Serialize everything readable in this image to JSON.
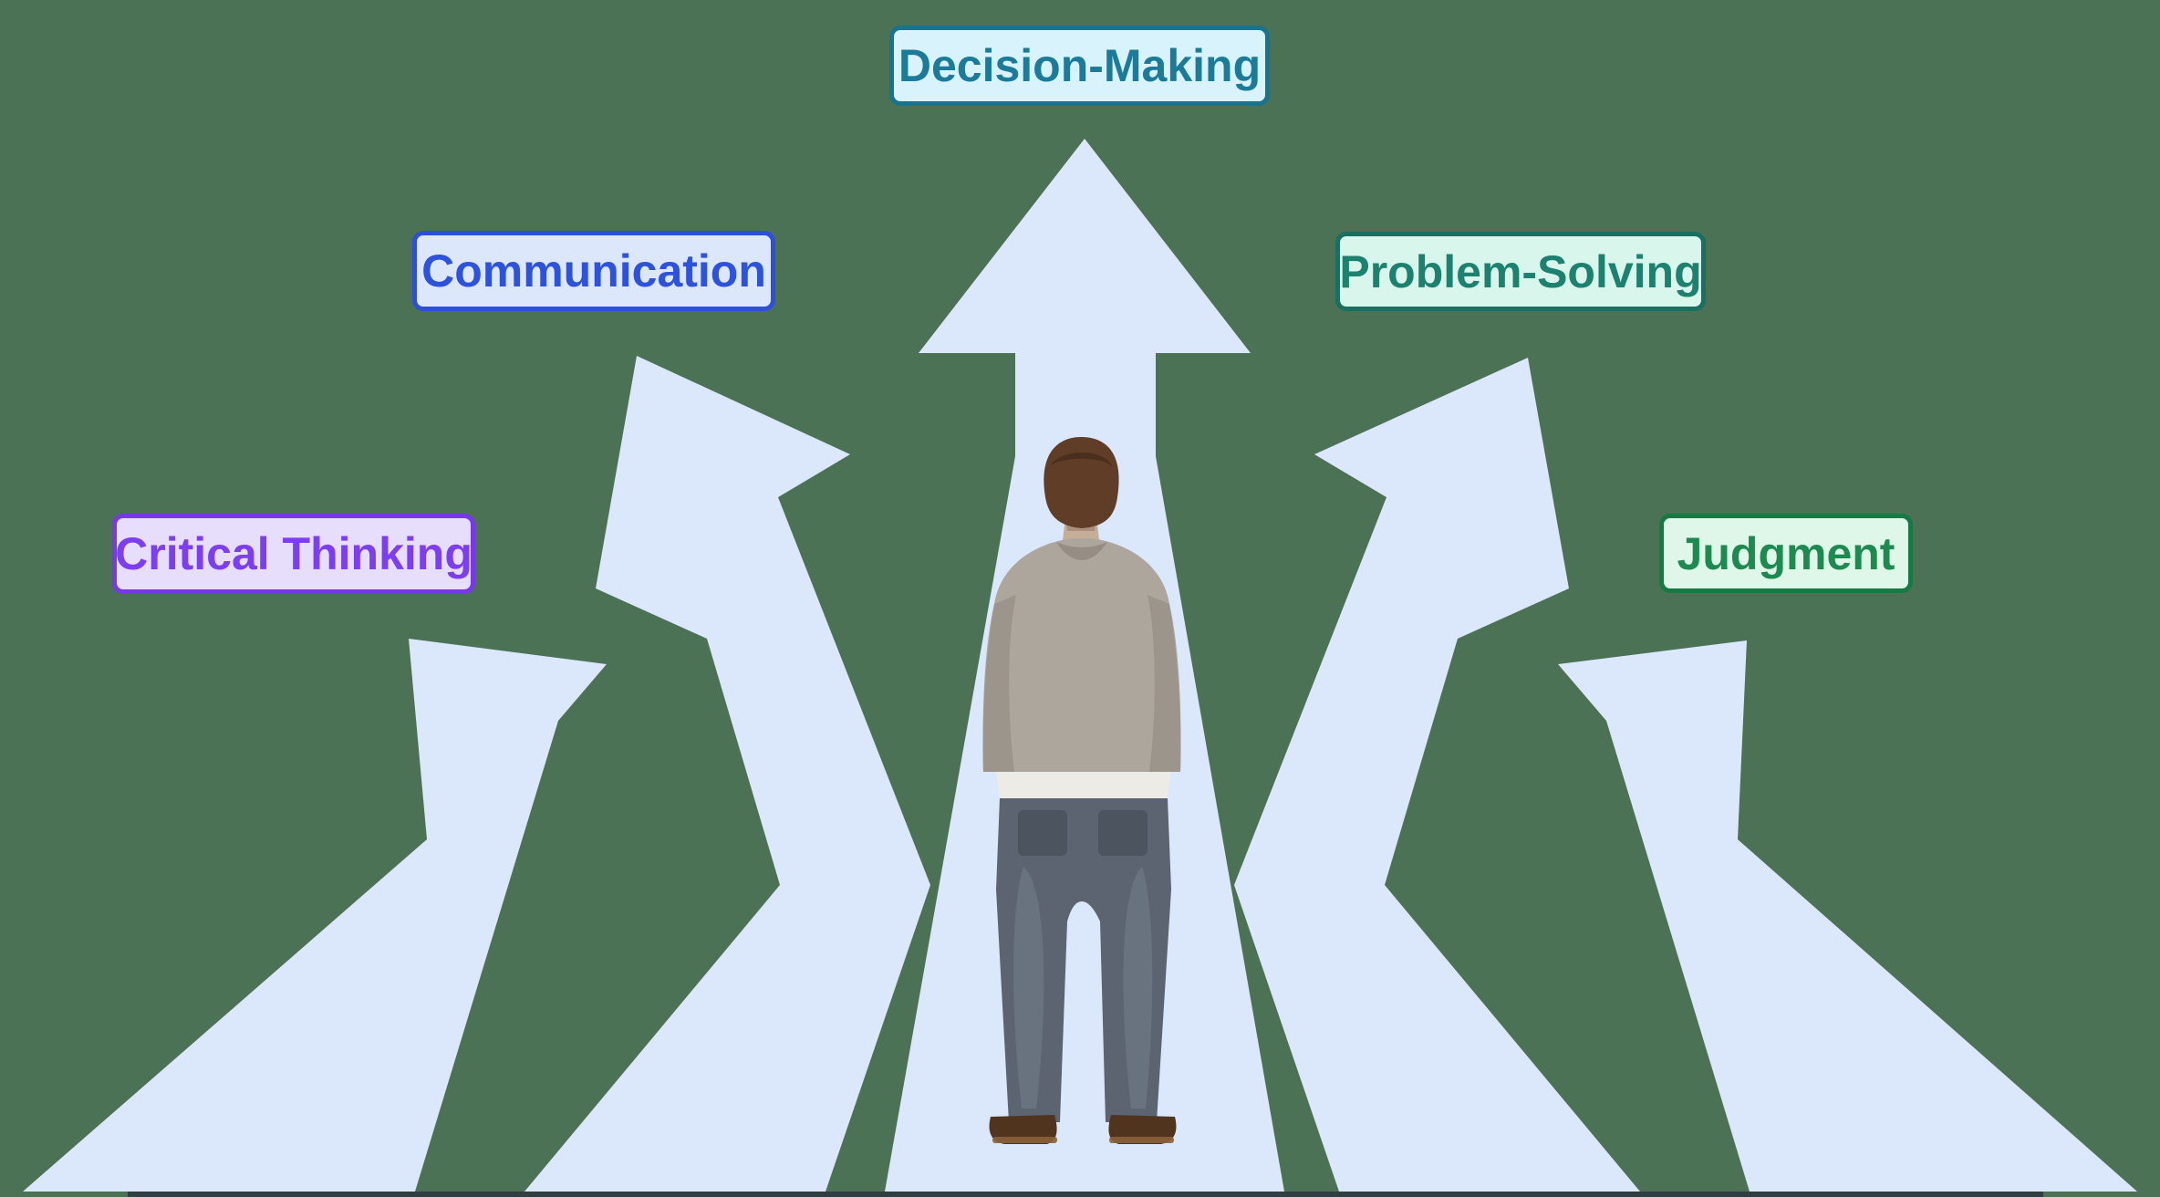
{
  "scene": {
    "description": "Five light-blue arrows fan upward and outward from the bottom edge behind a man viewed from the back with his hands in his pockets; each arrow points toward a labeled soft-skill badge on a sage-green background.",
    "person": "man-back-view-hands-in-pockets"
  },
  "colors": {
    "background": "#4b7254",
    "arrow": "#dbe7fb",
    "ground_line": "#2b3540",
    "hair": "#5f3d27",
    "skin": "#c5ae99",
    "sweater": "#ada69c",
    "sweater_shade": "#9c958c",
    "shirt_hem": "#edebe6",
    "jeans": "#5b6470",
    "jeans_highlight": "#7b8592",
    "jeans_pocket": "#4c545f",
    "shoes": "#50341e",
    "shoe_welt": "#8a6038"
  },
  "labels": {
    "critical_thinking": {
      "text": "Critical Thinking",
      "text_color": "#7d3ef0",
      "border_color": "#7a36ea",
      "background": "#e7defb"
    },
    "communication": {
      "text": "Communication",
      "text_color": "#2d52dc",
      "border_color": "#2d4fd9",
      "background": "#dde7fc"
    },
    "decision_making": {
      "text": "Decision-Making",
      "text_color": "#1b7b99",
      "border_color": "#19738f",
      "background": "#d8f3fb"
    },
    "problem_solving": {
      "text": "Problem-Solving",
      "text_color": "#1d8170",
      "border_color": "#196f60",
      "background": "#d9f6ed"
    },
    "judgment": {
      "text": "Judgment",
      "text_color": "#1d8a50",
      "border_color": "#157a43",
      "background": "#def7e9"
    }
  }
}
